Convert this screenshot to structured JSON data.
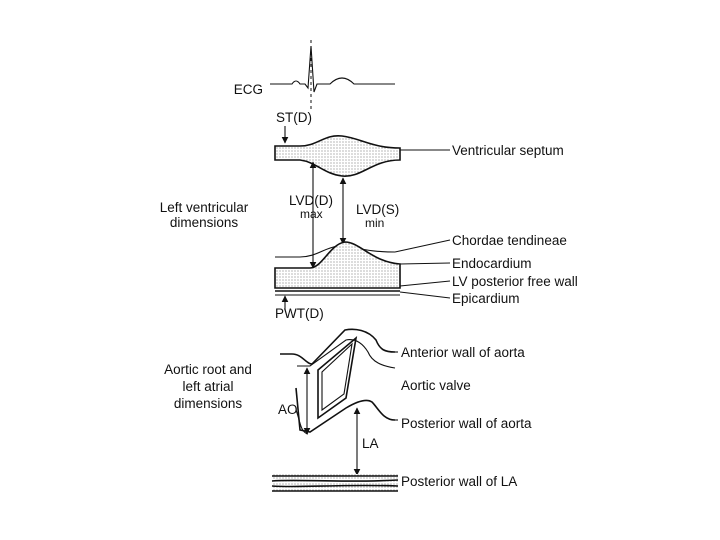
{
  "labels": {
    "ecg": "ECG",
    "st_d": "ST(D)",
    "lvd_d": "LVD(D)",
    "lvd_d_sub": "max",
    "lvd_s": "LVD(S)",
    "lvd_s_sub": "min",
    "pwt_d": "PWT(D)",
    "ao": "AO",
    "la": "LA"
  },
  "sections": {
    "left_ventricular_line1": "Left ventricular",
    "left_ventricular_line2": "dimensions",
    "aortic_line1": "Aortic root and",
    "aortic_line2": "left atrial",
    "aortic_line3": "dimensions"
  },
  "structures": {
    "ventricular_septum": "Ventricular septum",
    "chordae_tendineae": "Chordae tendineae",
    "endocardium": "Endocardium",
    "lv_posterior_free_wall": "LV posterior free wall",
    "epicardium": "Epicardium",
    "anterior_wall_aorta": "Anterior wall of aorta",
    "aortic_valve": "Aortic valve",
    "posterior_wall_aorta": "Posterior wall of aorta",
    "posterior_wall_la": "Posterior wall of LA"
  },
  "colors": {
    "line": "#111111",
    "background": "#ffffff"
  }
}
